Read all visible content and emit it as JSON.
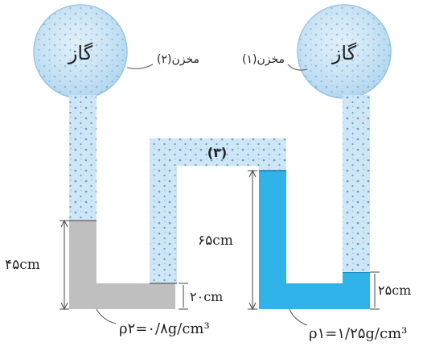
{
  "colors": {
    "gas": "#cfe6f6",
    "gas_dot": "#5a9fcf",
    "liquid_2": "#bfbfbf",
    "liquid_1": "#2fb3e8",
    "wall": "#6f6f6f",
    "text": "#222222"
  },
  "reservoirs": {
    "left": {
      "gas_label": "گاز",
      "name": "مخزن(۲)"
    },
    "right": {
      "gas_label": "گاز",
      "name": "مخزن(۱)"
    }
  },
  "middle_tube": {
    "label": "(۳)"
  },
  "measurements": {
    "h_left": "۴۵cm",
    "h_left_bottom": "۲۰cm",
    "h_right_col": "۶۵cm",
    "h_right_bottom": "۲۵cm"
  },
  "densities": {
    "rho_2": "ρ۲=۰/۸g/cm³",
    "rho_1": "ρ۱=۱/۲۵g/cm³"
  }
}
